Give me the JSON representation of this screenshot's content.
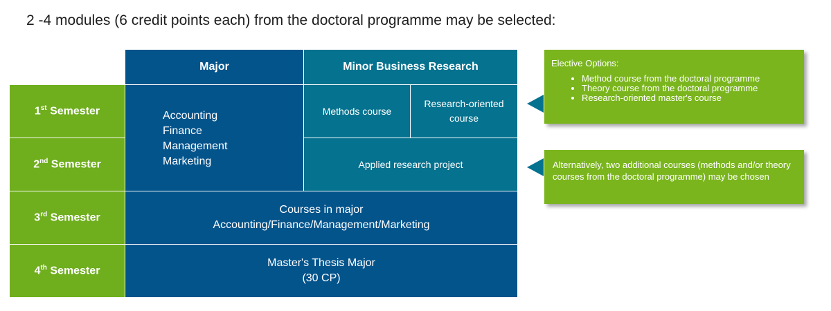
{
  "heading": "2 -4 modules (6 credit points each) from the doctoral programme may be selected:",
  "table": {
    "col_major": "Major",
    "col_minor": "Minor Business Research",
    "semesters": [
      {
        "num": "1",
        "sup": "st",
        "label": "Semester"
      },
      {
        "num": "2",
        "sup": "nd",
        "label": "Semester"
      },
      {
        "num": "3",
        "sup": "rd",
        "label": "Semester"
      },
      {
        "num": "4",
        "sup": "th",
        "label": "Semester"
      }
    ],
    "major_subjects": [
      "Accounting",
      "Finance",
      "Management",
      "Marketing"
    ],
    "methods_course": "Methods course",
    "research_course": "Research-oriented course",
    "applied_project": "Applied research project",
    "sem3_line1": "Courses in major",
    "sem3_line2": "Accounting/Finance/Management/Marketing",
    "sem4_line1": "Master's Thesis Major",
    "sem4_line2": "(30 CP)"
  },
  "notes": {
    "elective_title": "Elective Options:",
    "elective_items": [
      "Method course from the doctoral programme",
      "Theory course from the doctoral programme",
      "Research-oriented master's course"
    ],
    "alternative": "Alternatively, two additional courses (methods and/or theory courses from the doctoral programme) may be chosen"
  },
  "colors": {
    "dark": "#04548c",
    "teal": "#05728f",
    "green": "#6fae1d",
    "note_green": "#7ab51d"
  }
}
